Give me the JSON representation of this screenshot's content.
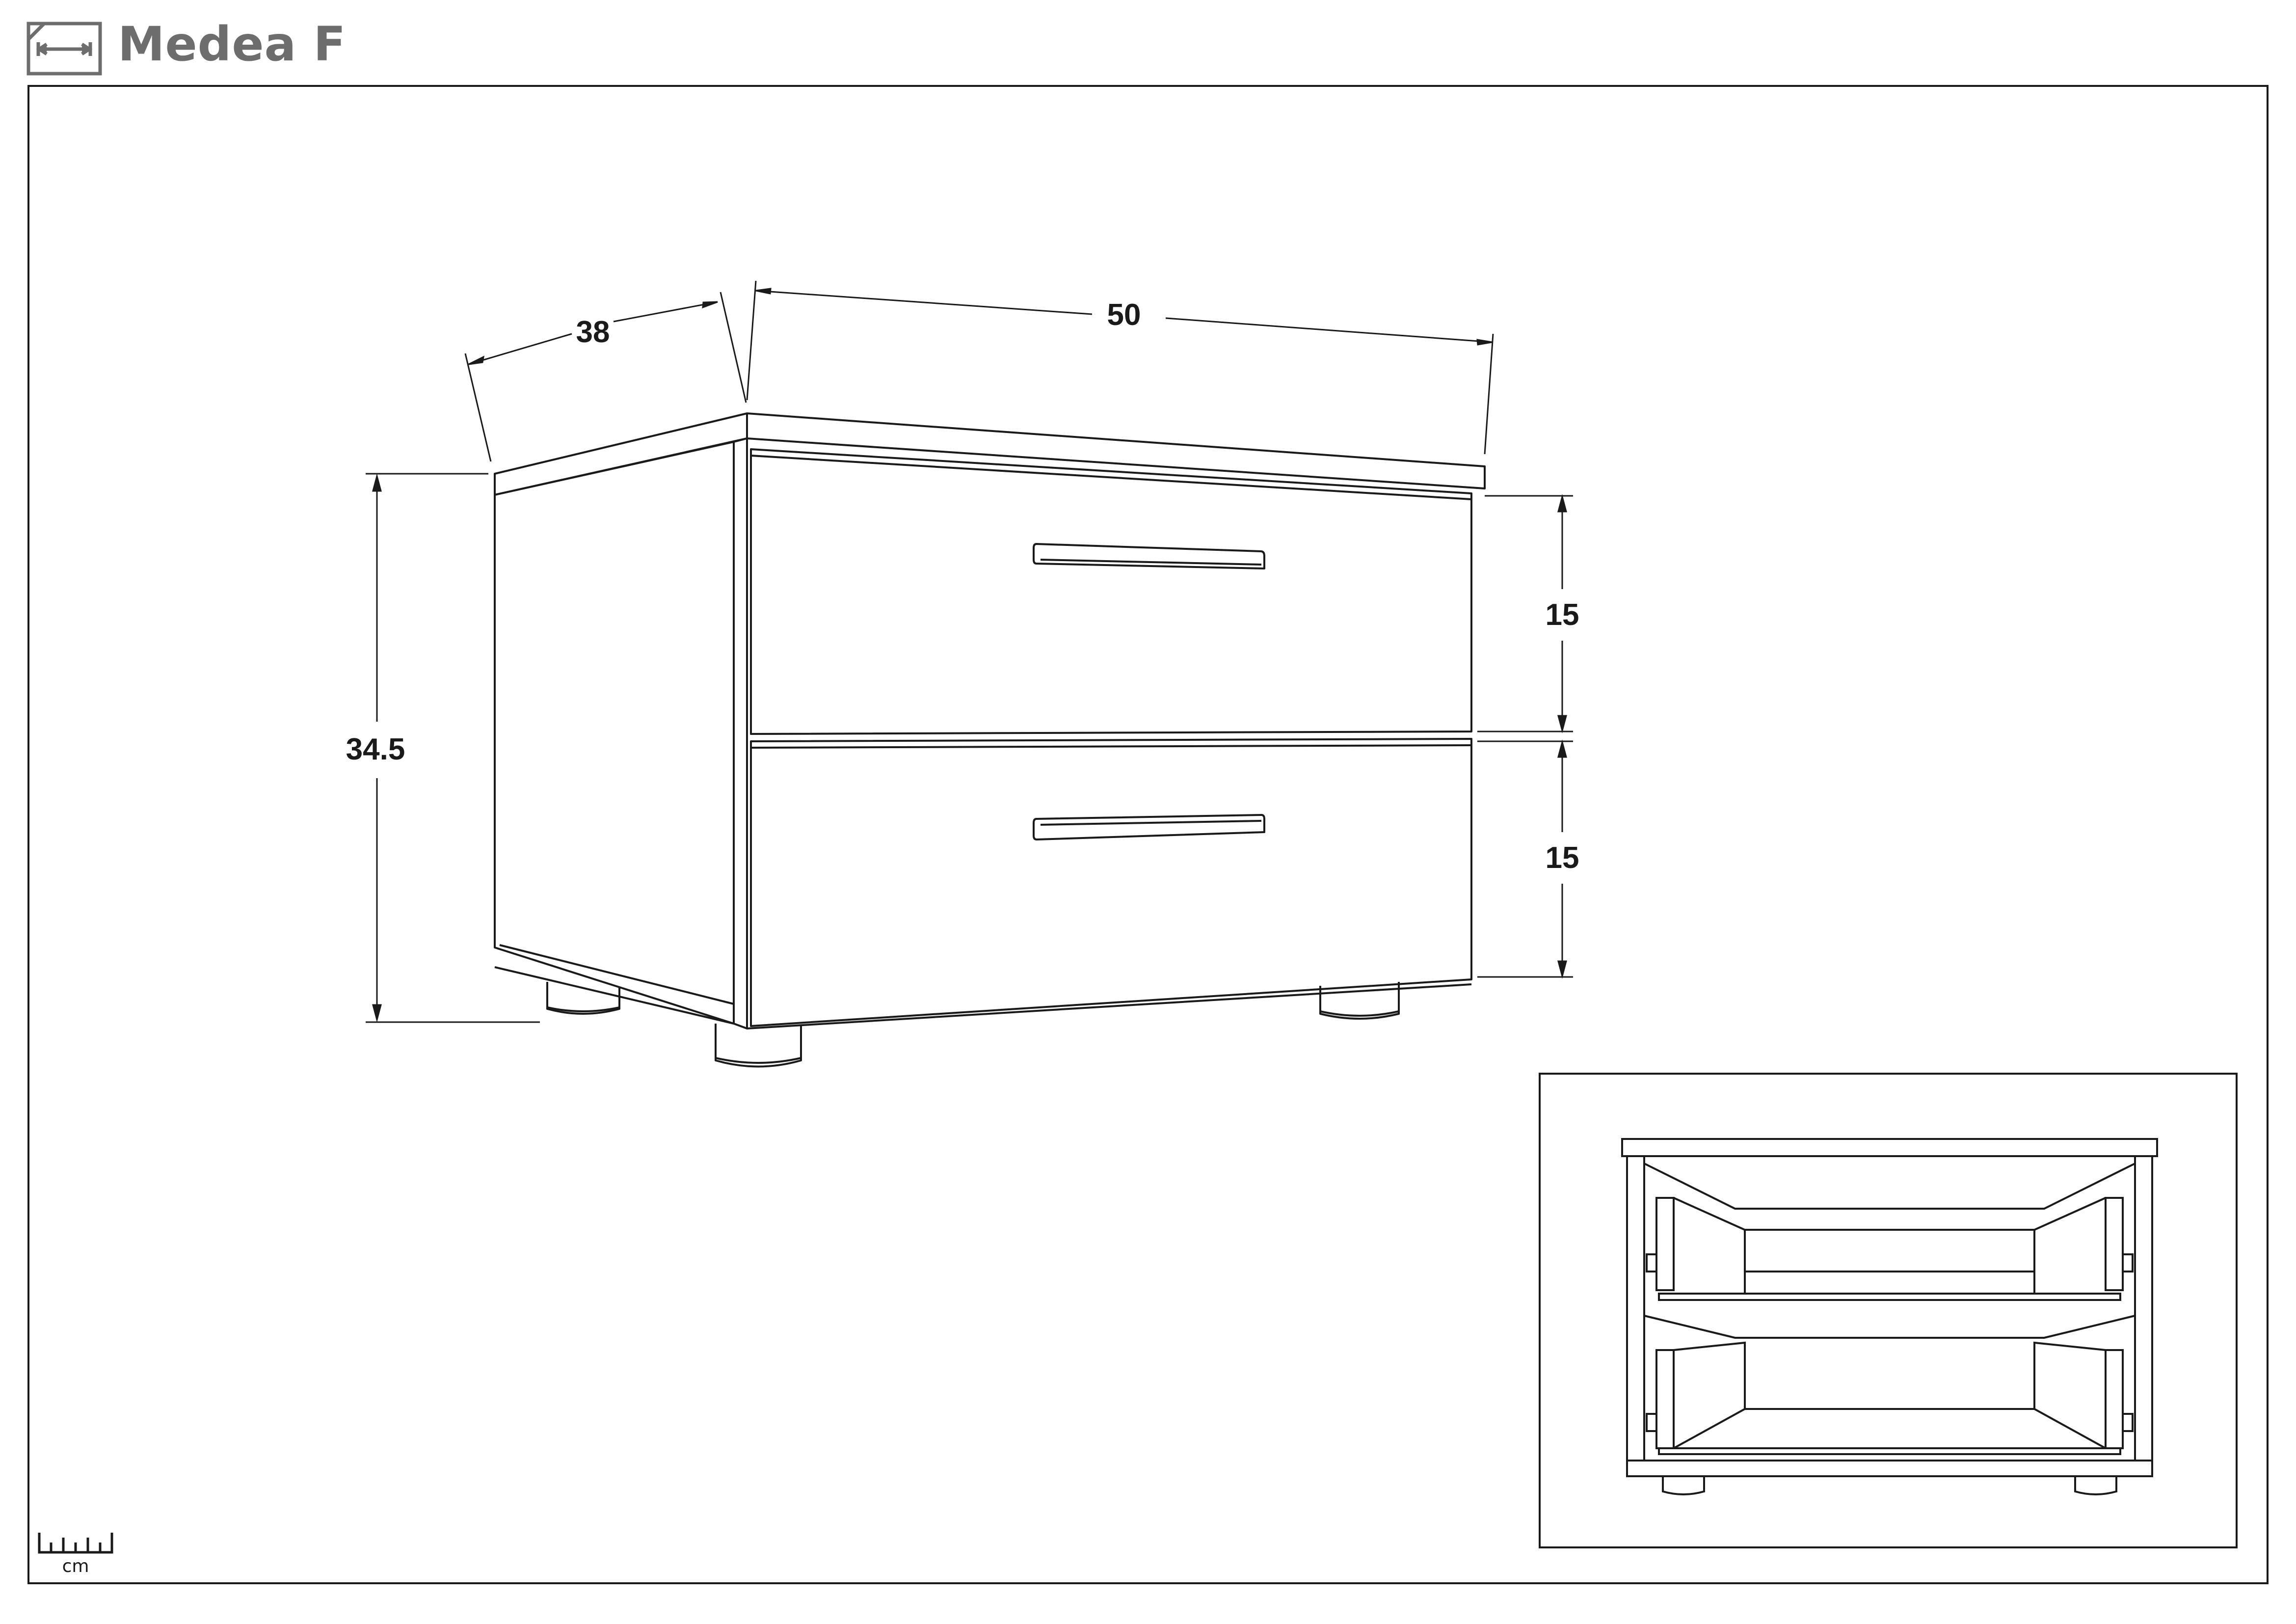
{
  "header": {
    "title": "Medea F",
    "icon": "dimension-document-icon"
  },
  "dimensions": {
    "depth": "38",
    "width": "50",
    "height": "34.5",
    "drawer_top": "15",
    "drawer_bottom": "15"
  },
  "scale": {
    "unit": "cm",
    "icon": "ruler-icon"
  },
  "colors": {
    "line": "#1a1a1a",
    "title": "#6d6d6d"
  }
}
